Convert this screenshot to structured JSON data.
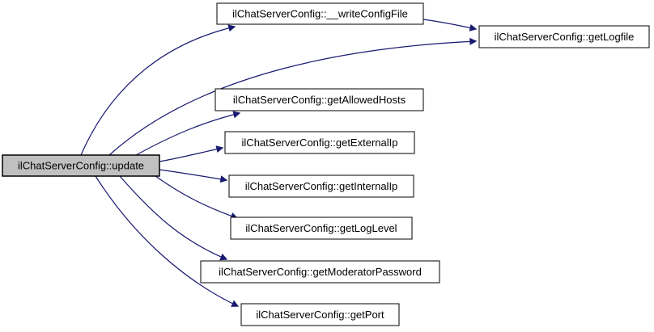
{
  "diagram": {
    "type": "doxygen-call-graph",
    "colors": {
      "edge": "#191970",
      "border": "#000000",
      "highlight_fill": "#c0c0c0",
      "node_fill": "#ffffff",
      "text": "#000000",
      "background": "#ffffff"
    },
    "nodes": [
      {
        "id": "update",
        "label": "ilChatServerConfig::update",
        "highlighted": true
      },
      {
        "id": "writeConfigFile",
        "label": "ilChatServerConfig::__writeConfigFile",
        "highlighted": false
      },
      {
        "id": "getLogfile",
        "label": "ilChatServerConfig::getLogfile",
        "highlighted": false
      },
      {
        "id": "getAllowedHosts",
        "label": "ilChatServerConfig::getAllowedHosts",
        "highlighted": false
      },
      {
        "id": "getExternalIp",
        "label": "ilChatServerConfig::getExternalIp",
        "highlighted": false
      },
      {
        "id": "getInternalIp",
        "label": "ilChatServerConfig::getInternalIp",
        "highlighted": false
      },
      {
        "id": "getLogLevel",
        "label": "ilChatServerConfig::getLogLevel",
        "highlighted": false
      },
      {
        "id": "getModeratorPassword",
        "label": "ilChatServerConfig::getModeratorPassword",
        "highlighted": false
      },
      {
        "id": "getPort",
        "label": "ilChatServerConfig::getPort",
        "highlighted": false
      }
    ],
    "edges": [
      {
        "from": "update",
        "to": "writeConfigFile"
      },
      {
        "from": "update",
        "to": "getLogfile"
      },
      {
        "from": "writeConfigFile",
        "to": "getLogfile"
      },
      {
        "from": "update",
        "to": "getAllowedHosts"
      },
      {
        "from": "update",
        "to": "getExternalIp"
      },
      {
        "from": "update",
        "to": "getInternalIp"
      },
      {
        "from": "update",
        "to": "getLogLevel"
      },
      {
        "from": "update",
        "to": "getModeratorPassword"
      },
      {
        "from": "update",
        "to": "getPort"
      }
    ]
  }
}
